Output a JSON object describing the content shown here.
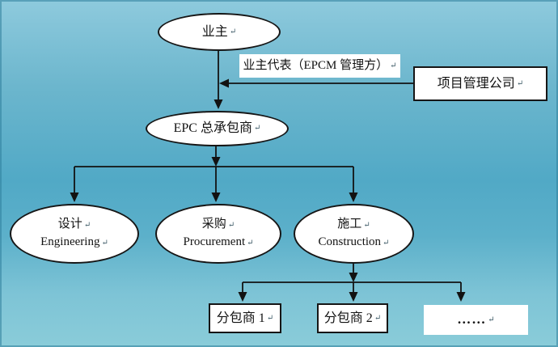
{
  "diagram_title": "EPC / EPCM project organization diagram",
  "pmark": "↵",
  "colors": {
    "background_top": "#8ecadd",
    "background_middle": "#51a9c6",
    "background_bottom": "#8accd9",
    "shape_fill": "#ffffff",
    "shape_border": "#161616",
    "connector": "#121212",
    "text": "#121212"
  },
  "nodes": {
    "owner": {
      "label": "业主"
    },
    "owner_rep": {
      "label": "业主代表（EPCM 管理方）"
    },
    "pm_company": {
      "label": "项目管理公司"
    },
    "epc": {
      "label": "EPC 总承包商"
    },
    "engineering": {
      "label_zh": "设计",
      "label_en": "Engineering"
    },
    "procurement": {
      "label_zh": "采购",
      "label_en": "Procurement"
    },
    "construction": {
      "label_zh": "施工",
      "label_en": "Construction"
    },
    "subcontractor_1": {
      "label": "分包商 1"
    },
    "subcontractor_2": {
      "label": "分包商 2"
    },
    "more_subcontractors": {
      "label": "……"
    }
  },
  "edges": [
    "业主 → EPC 总承包商",
    "项目管理公司 → (业主代表（EPCM 管理方）) → 业主-EPC 连线",
    "EPC 总承包商 → 设计 Engineering",
    "EPC 总承包商 → 采购 Procurement",
    "EPC 总承包商 → 施工 Construction",
    "施工 Construction → 分包商 1",
    "施工 Construction → 分包商 2",
    "施工 Construction → ……"
  ]
}
